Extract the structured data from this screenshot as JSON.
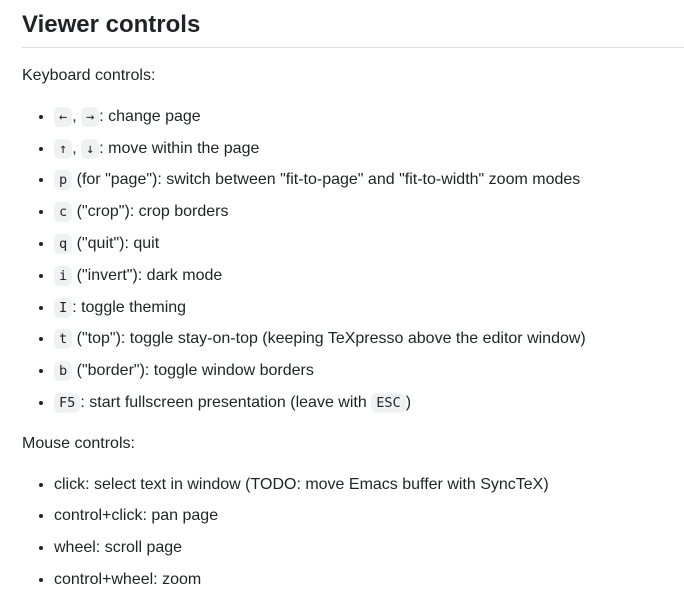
{
  "page": {
    "title": "Viewer controls",
    "theme": {
      "text_color": "#1f2328",
      "code_badge_background": "#eff1f3",
      "divider_color": "#d8dee4",
      "background": "#ffffff"
    },
    "sections": [
      {
        "id": "keyboard-controls",
        "intro": "Keyboard controls:",
        "items": [
          {
            "parts": [
              {
                "code": "←"
              },
              {
                "text": ", "
              },
              {
                "code": "→"
              },
              {
                "text": ": change page"
              }
            ]
          },
          {
            "parts": [
              {
                "code": "↑"
              },
              {
                "text": ", "
              },
              {
                "code": "↓"
              },
              {
                "text": ": move within the page"
              }
            ]
          },
          {
            "parts": [
              {
                "code": "p"
              },
              {
                "text": " (for \"page\"): switch between \"fit-to-page\" and \"fit-to-width\" zoom modes"
              }
            ]
          },
          {
            "parts": [
              {
                "code": "c"
              },
              {
                "text": " (\"crop\"): crop borders"
              }
            ]
          },
          {
            "parts": [
              {
                "code": "q"
              },
              {
                "text": " (\"quit\"): quit"
              }
            ]
          },
          {
            "parts": [
              {
                "code": "i"
              },
              {
                "text": " (\"invert\"): dark mode"
              }
            ]
          },
          {
            "parts": [
              {
                "code": "I"
              },
              {
                "text": ": toggle theming"
              }
            ]
          },
          {
            "parts": [
              {
                "code": "t"
              },
              {
                "text": " (\"top\"): toggle stay-on-top (keeping TeXpresso above the editor window)"
              }
            ]
          },
          {
            "parts": [
              {
                "code": "b"
              },
              {
                "text": " (\"border\"): toggle window borders"
              }
            ]
          },
          {
            "parts": [
              {
                "code": "F5"
              },
              {
                "text": ": start fullscreen presentation (leave with "
              },
              {
                "code": "ESC"
              },
              {
                "text": ")"
              }
            ]
          }
        ]
      },
      {
        "id": "mouse-controls",
        "intro": "Mouse controls:",
        "items": [
          {
            "parts": [
              {
                "text": "click: select text in window (TODO: move Emacs buffer with SyncTeX)"
              }
            ]
          },
          {
            "parts": [
              {
                "text": "control+click: pan page"
              }
            ]
          },
          {
            "parts": [
              {
                "text": "wheel: scroll page"
              }
            ]
          },
          {
            "parts": [
              {
                "text": "control+wheel: zoom"
              }
            ]
          }
        ]
      }
    ]
  }
}
